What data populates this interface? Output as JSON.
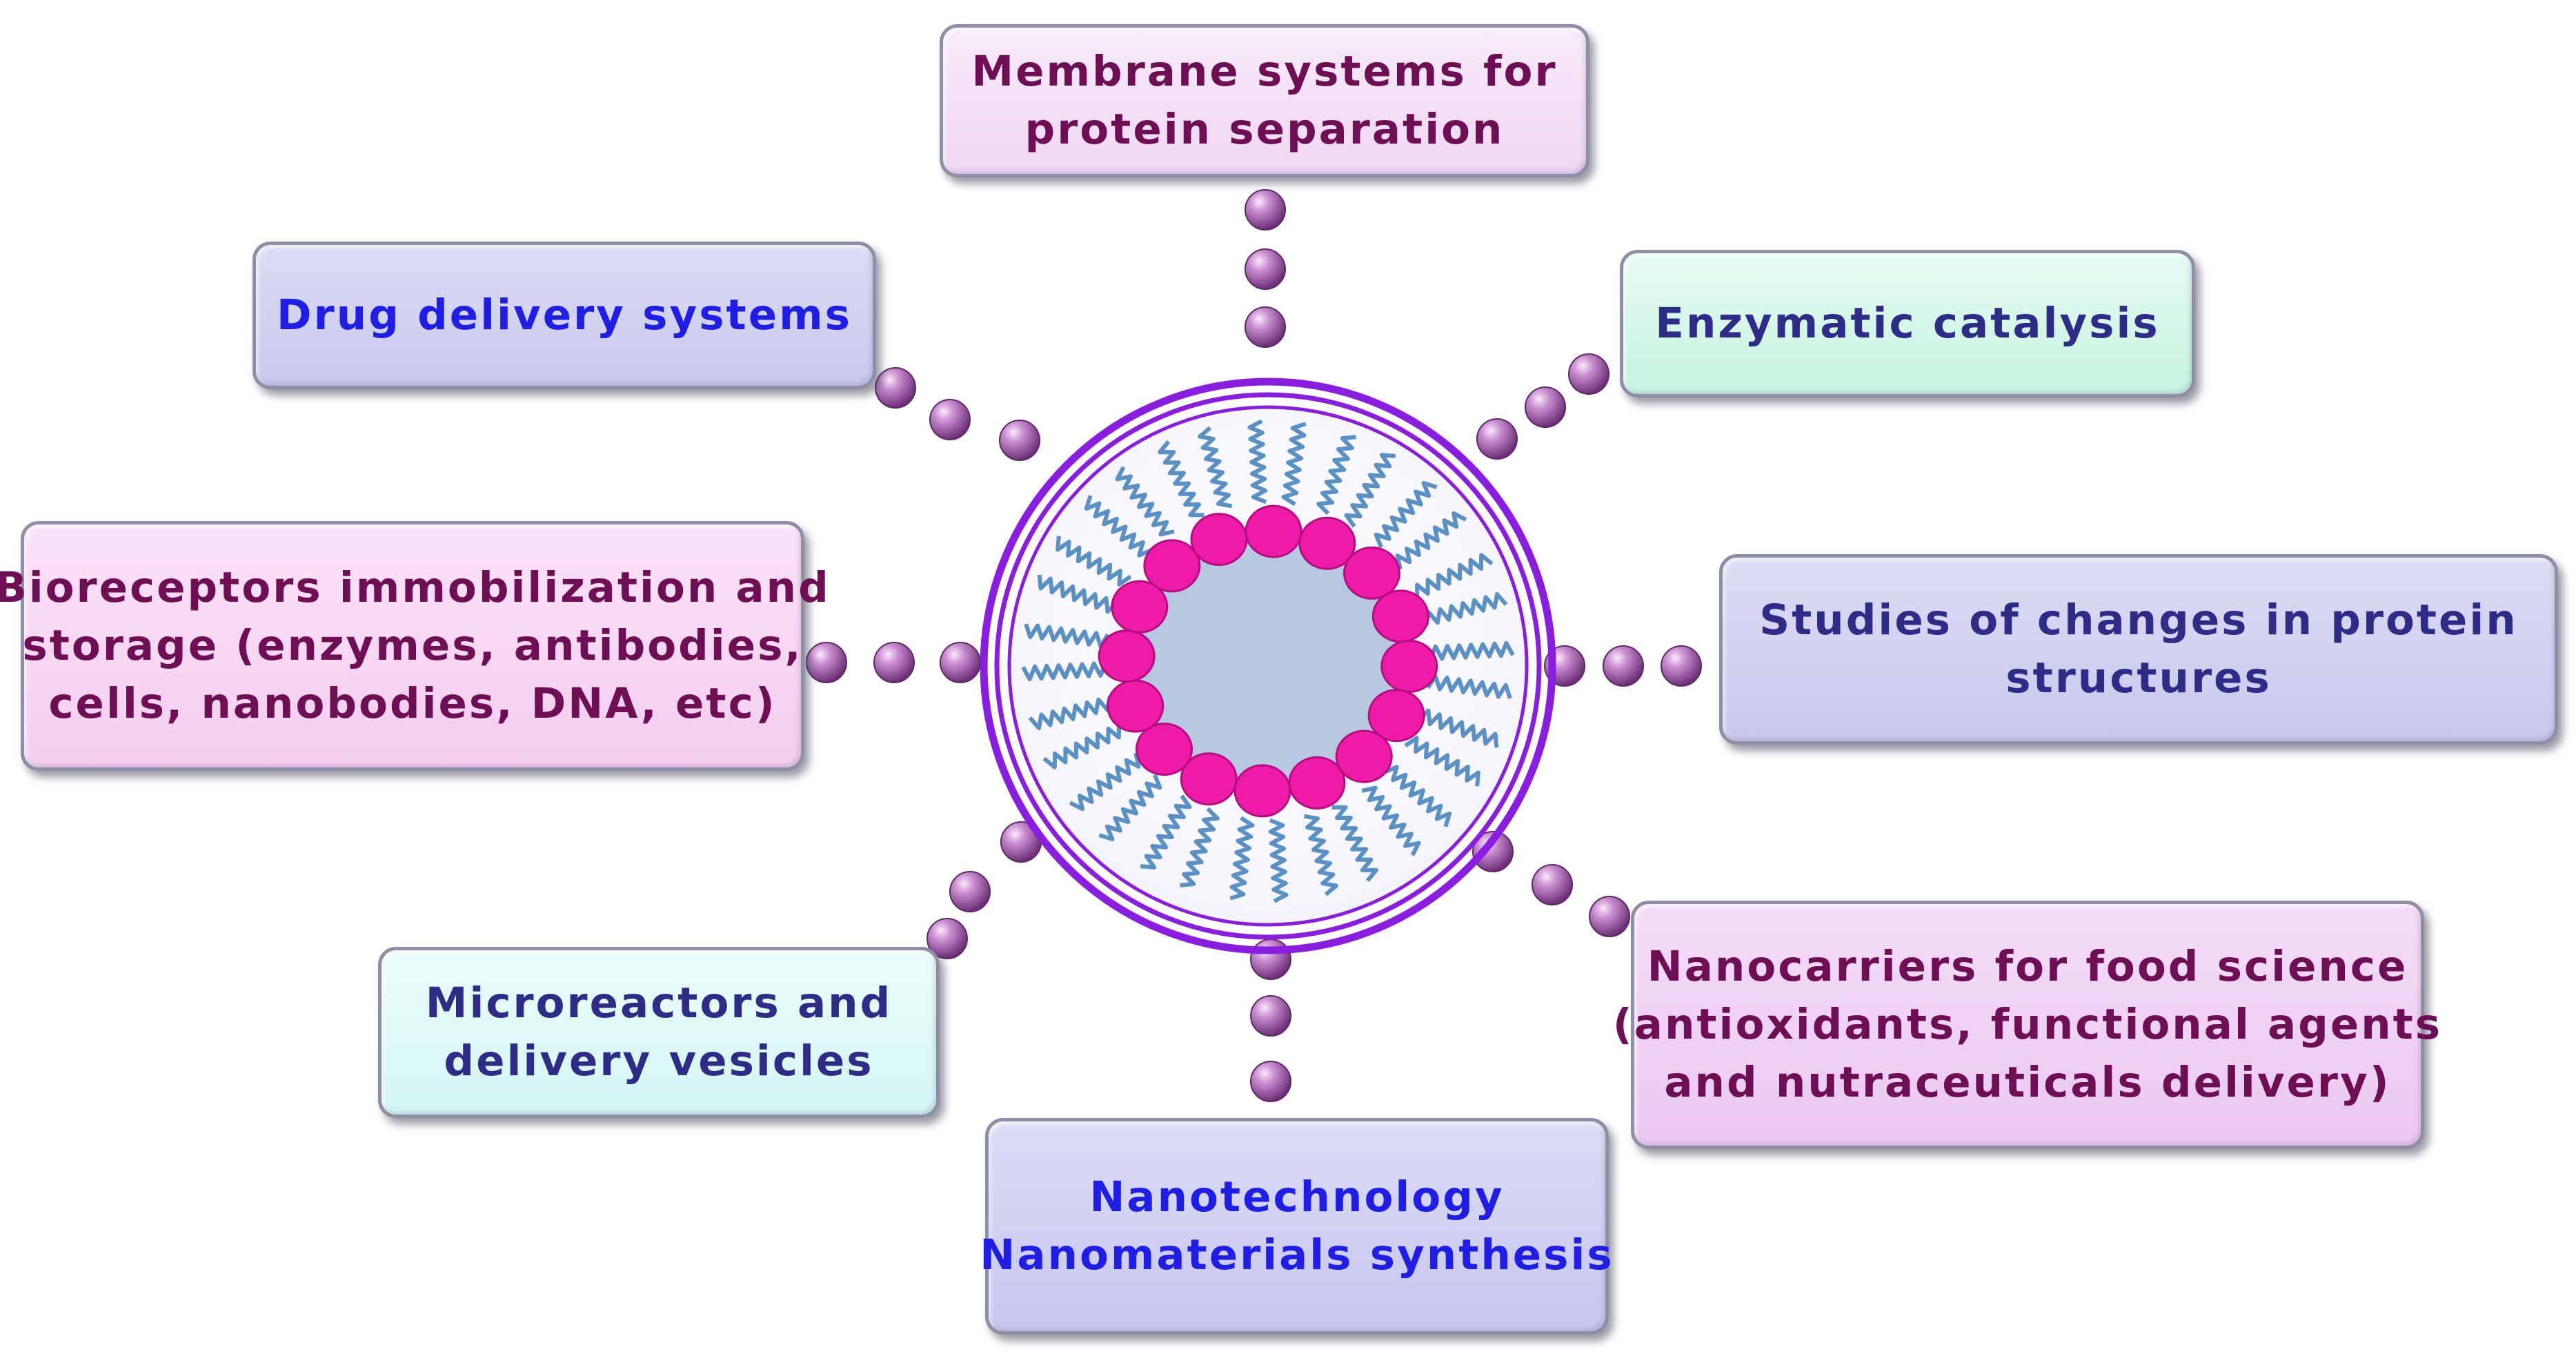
{
  "applications": {
    "membrane": [
      "Membrane systems for",
      "protein separation"
    ],
    "drug": [
      "Drug delivery systems"
    ],
    "enzymatic": [
      "Enzymatic catalysis"
    ],
    "bioreceptors": [
      "Bioreceptors immobilization and",
      "storage (enzymes, antibodies,",
      "cells, nanobodies, DNA, etc)"
    ],
    "studies": [
      "Studies of changes in protein",
      "structures"
    ],
    "microreactors": [
      "Microreactors and",
      "delivery vesicles"
    ],
    "nanocarriers": [
      "Nanocarriers for food science",
      "(antioxidants, functional agents",
      "and nutraceuticals delivery)"
    ],
    "nanotech": [
      "Nanotechnology",
      "Nanomaterials synthesis"
    ]
  },
  "colors": {
    "head_group": "#ee1aa8",
    "core": "#b7c9e2",
    "tail": "#5a90c4",
    "ring": "#8a1ee0",
    "bead": "#9c5ea6",
    "text_purple": "#6e0f55",
    "text_blue": "#1e1ee6",
    "text_navy": "#2e2c86"
  },
  "micelle": {
    "head_groups": 16
  }
}
